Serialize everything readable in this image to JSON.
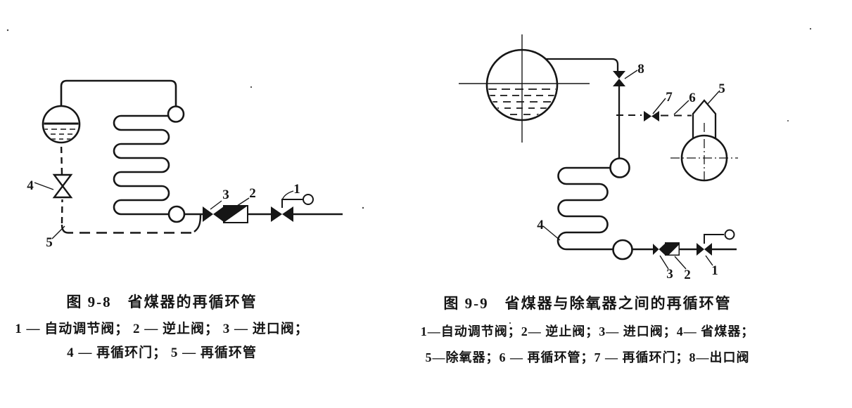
{
  "page": {
    "ink_color": "#161616",
    "background_color": "#ffffff"
  },
  "fig8": {
    "title": "图 9-8　省煤器的再循环管",
    "legend_line1": "1 — 自动调节阀； 2 — 逆止阀； 3 — 进口阀；",
    "legend_line2": "4 — 再循环门； 5 — 再循环管",
    "callouts": [
      "1",
      "2",
      "3",
      "4",
      "5"
    ]
  },
  "fig9": {
    "title": "图 9-9　省煤器与除氧器之间的再循环管",
    "legend_line1": "1—自动调节阀；2— 逆止阀；3— 进口阀；4— 省煤器；",
    "legend_line2": "5—除氧器；6 — 再循环管；7 — 再循环门；8—出口阀",
    "callouts": [
      "1",
      "2",
      "3",
      "4",
      "5",
      "6",
      "7",
      "8"
    ]
  }
}
